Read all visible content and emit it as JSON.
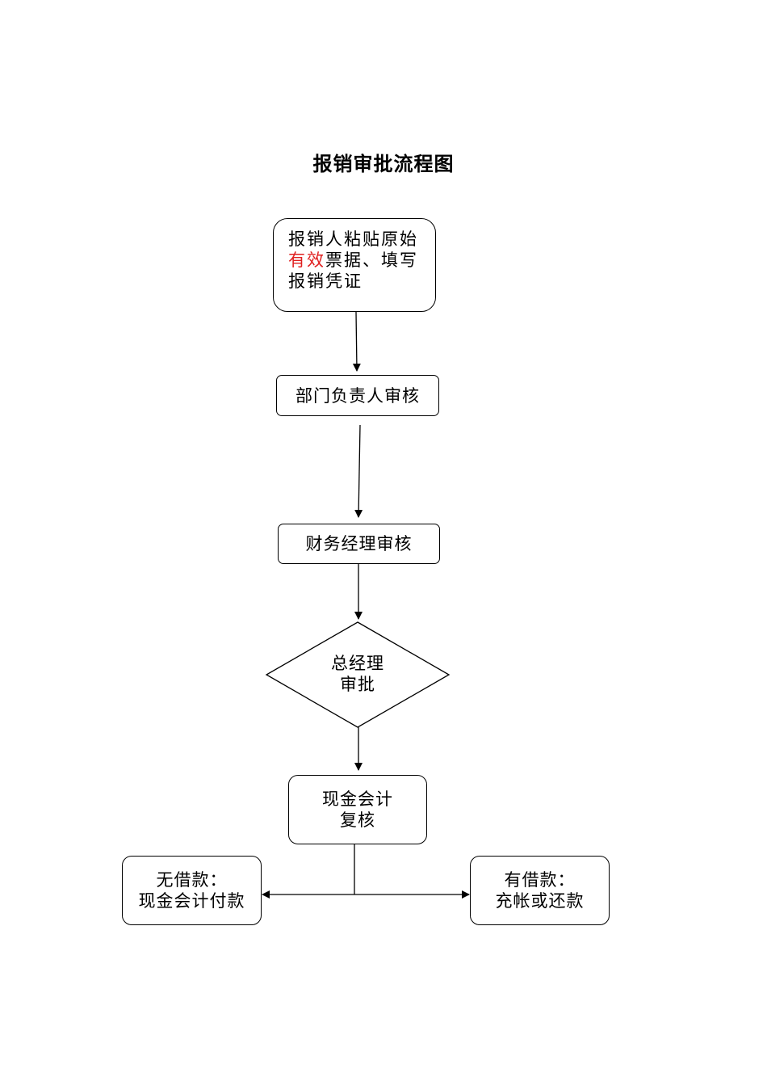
{
  "title": "报销审批流程图",
  "steps": {
    "start": {
      "line1": "报销人粘贴原始",
      "line2_highlight": "有效",
      "line2_rest": "票据、填写",
      "line3": "报销凭证",
      "highlight_color": "#e02020"
    },
    "dept_review": {
      "label": "部门负责人审核"
    },
    "finance_review": {
      "label": "财务经理审核"
    },
    "gm_approval": {
      "line1": "总经理",
      "line2": "审批"
    },
    "cashier_review": {
      "line1": "现金会计",
      "line2": "复核"
    },
    "no_loan": {
      "line1": "无借款：",
      "line2": "现金会计付款"
    },
    "has_loan": {
      "line1": "有借款：",
      "line2": "充帐或还款"
    }
  }
}
